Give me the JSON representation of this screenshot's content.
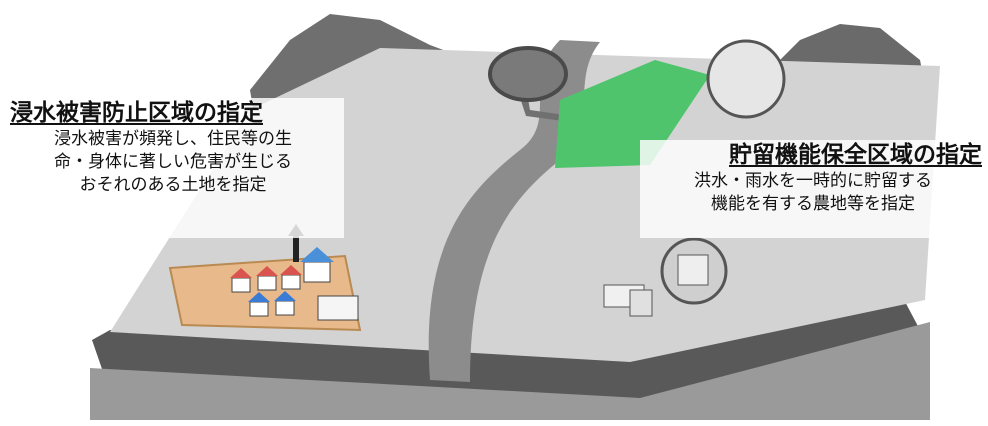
{
  "left_label": {
    "title": "浸水被害防止区域の指定",
    "lines": [
      "浸水被害が頻発し、住民等の生",
      "命・身体に著しい危害が生じる",
      "おそれのある土地を指定"
    ]
  },
  "right_label": {
    "title": "貯留機能保全区域の指定",
    "lines": [
      "洪水・雨水を一時的に貯留する",
      "機能を有する農地等を指定"
    ]
  },
  "colors": {
    "left_zone": "#e8b98a",
    "right_zone": "#4fc46d",
    "terrain": "#cfcfcf",
    "river": "#8e8e8e"
  }
}
